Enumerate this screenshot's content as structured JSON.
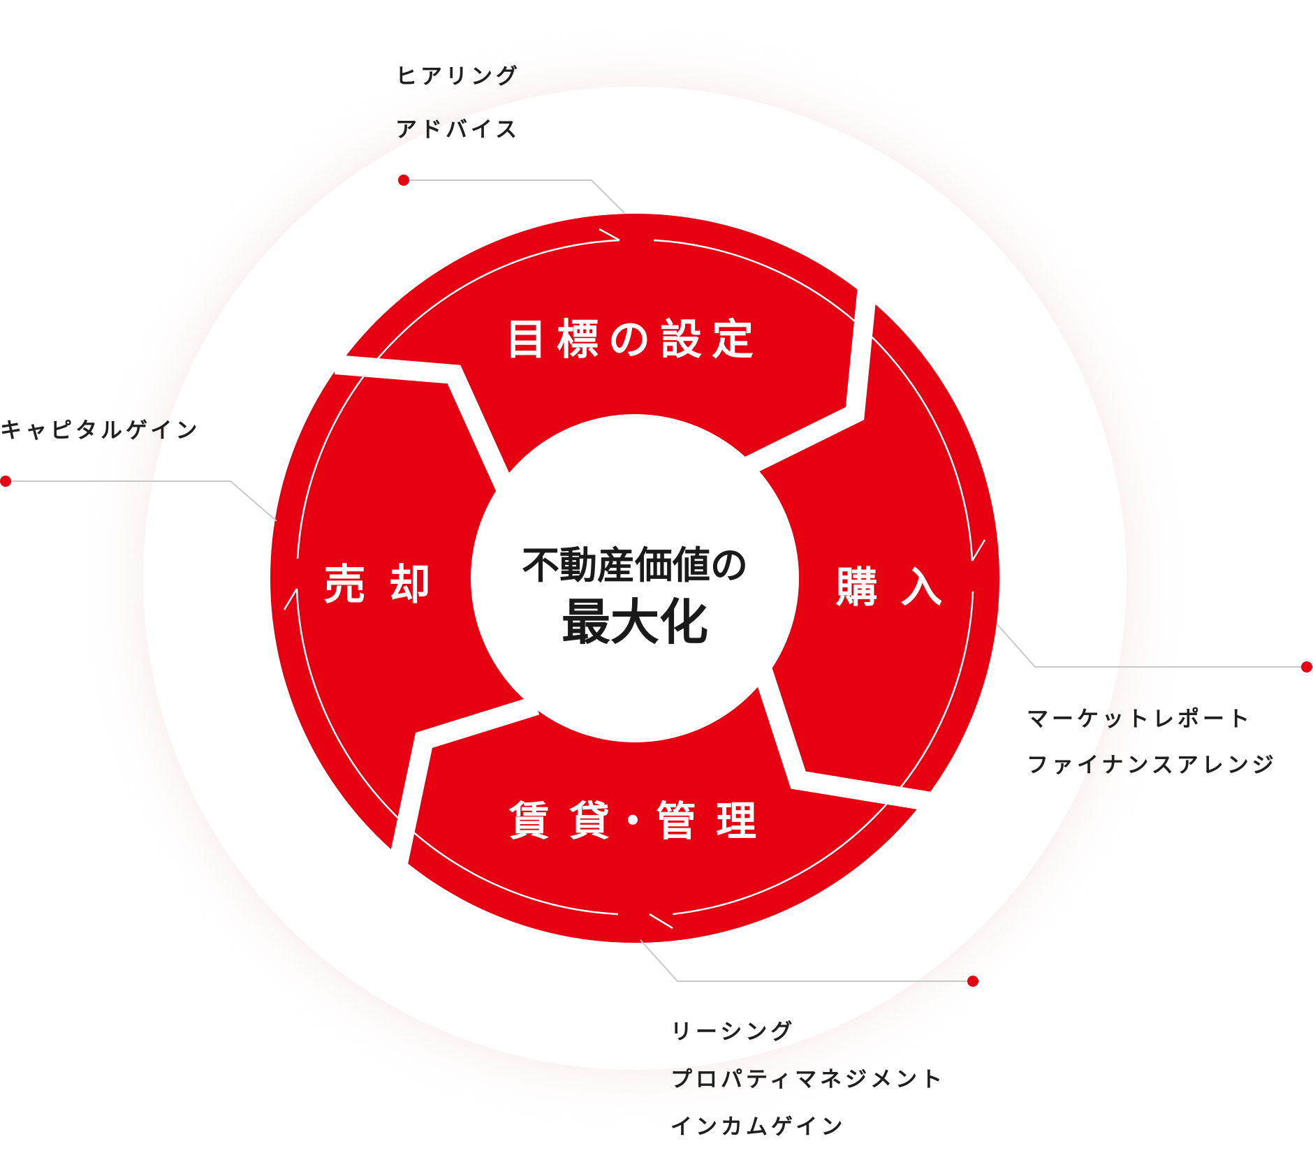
{
  "colors": {
    "accent_red": "#e60012",
    "text_dark": "#1a1a1a",
    "leader_line": "#c8c8c8",
    "halo": "#f4dede"
  },
  "center": {
    "line1": "不動産価値の",
    "line2": "最大化"
  },
  "segments": [
    {
      "id": "goal",
      "label": "目標の設定"
    },
    {
      "id": "purchase",
      "label": "購 入"
    },
    {
      "id": "leasing",
      "label": "賃 貸・管 理"
    },
    {
      "id": "sale",
      "label": "売 却"
    }
  ],
  "callouts": {
    "goal": {
      "lines": [
        "ヒアリング",
        "アドバイス"
      ]
    },
    "purchase": {
      "lines": [
        "マーケットレポート",
        "ファイナンスアレンジ"
      ]
    },
    "leasing": {
      "lines": [
        "リーシング",
        "プロパティマネジメント",
        "インカムゲイン"
      ]
    },
    "sale": {
      "lines": [
        "キャピタルゲイン"
      ]
    }
  }
}
